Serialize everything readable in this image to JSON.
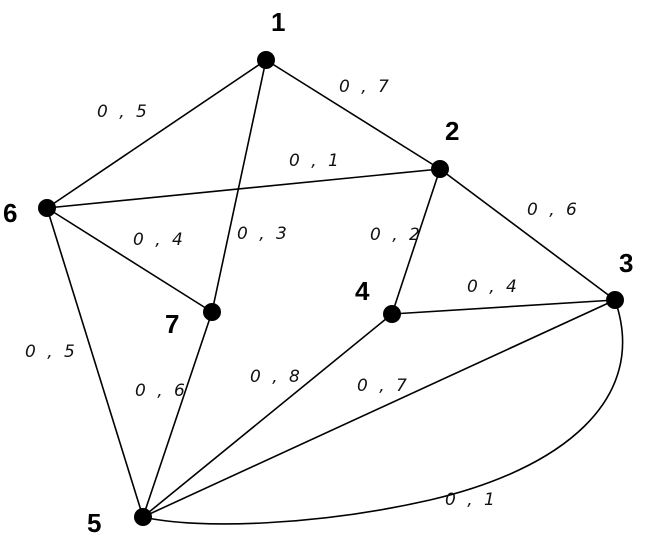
{
  "nodes": [
    {
      "id": "1",
      "label": "1"
    },
    {
      "id": "2",
      "label": "2"
    },
    {
      "id": "3",
      "label": "3"
    },
    {
      "id": "4",
      "label": "4"
    },
    {
      "id": "5",
      "label": "5"
    },
    {
      "id": "6",
      "label": "6"
    },
    {
      "id": "7",
      "label": "7"
    }
  ],
  "edges": [
    {
      "from": "1",
      "to": "2",
      "weight": "0 , 7"
    },
    {
      "from": "1",
      "to": "6",
      "weight": "0 , 5"
    },
    {
      "from": "1",
      "to": "7",
      "weight": "0 , 3"
    },
    {
      "from": "6",
      "to": "2",
      "weight": "0 , 1"
    },
    {
      "from": "2",
      "to": "3",
      "weight": "0 , 6"
    },
    {
      "from": "2",
      "to": "4",
      "weight": "0 , 2"
    },
    {
      "from": "6",
      "to": "7",
      "weight": "0 , 4"
    },
    {
      "from": "4",
      "to": "3",
      "weight": "0 , 4"
    },
    {
      "from": "6",
      "to": "5",
      "weight": "0 , 5"
    },
    {
      "from": "7",
      "to": "5",
      "weight": "0 , 6"
    },
    {
      "from": "4",
      "to": "5",
      "weight": "0 , 8"
    },
    {
      "from": "3",
      "to": "5",
      "weight": "0 , 7"
    },
    {
      "from": "3",
      "to": "5",
      "weight": "0 , 1"
    }
  ]
}
